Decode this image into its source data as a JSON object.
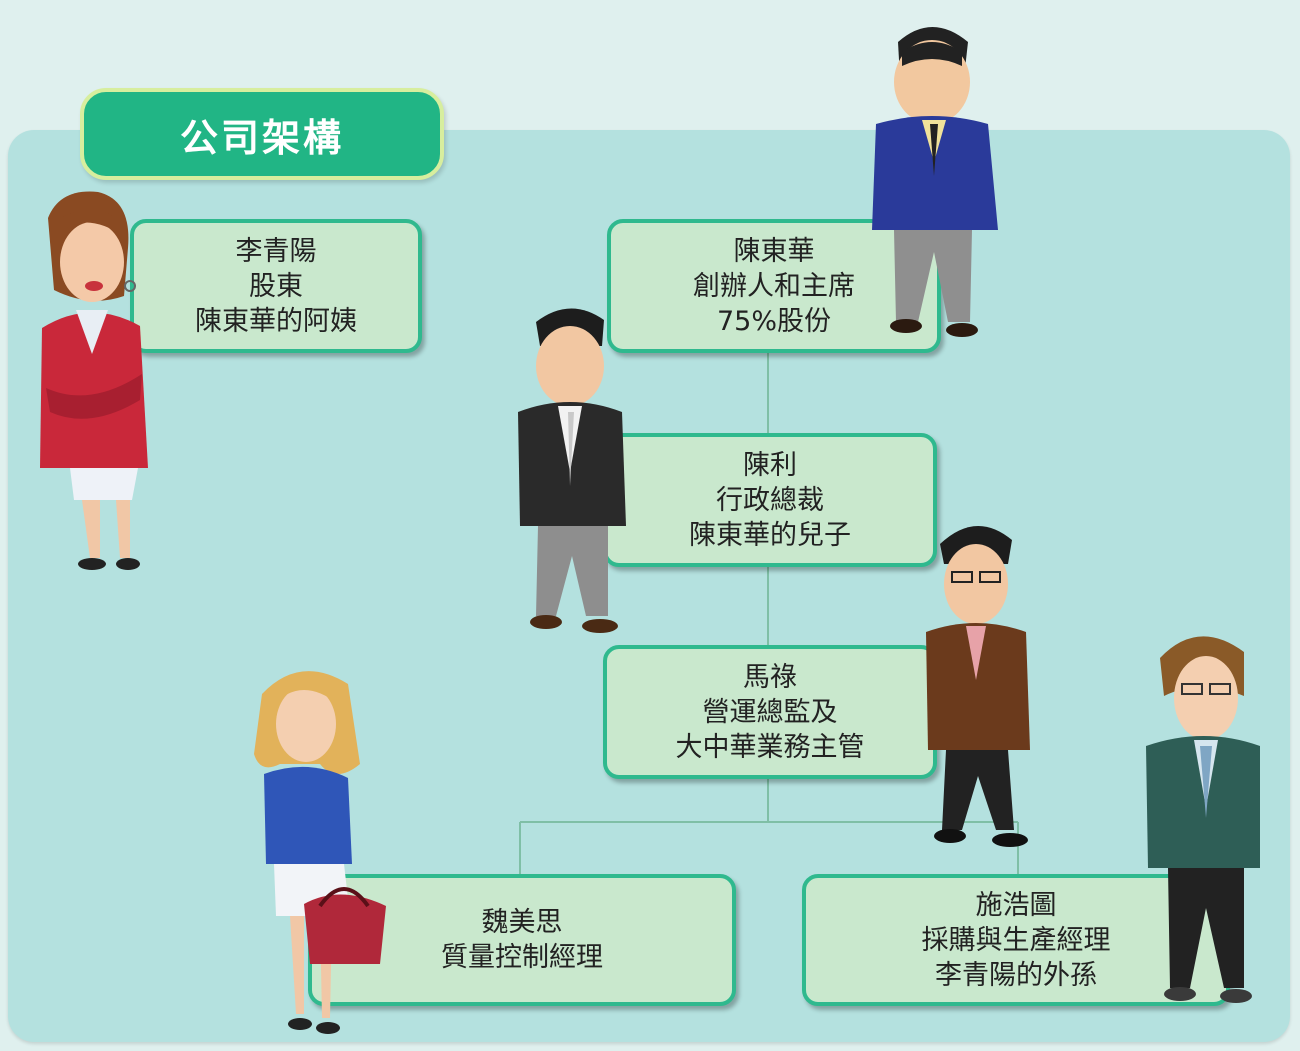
{
  "title": "公司架構",
  "colors": {
    "background": "#dff0ee",
    "panel": "#b4e1df",
    "title_fill": "#21b585",
    "title_border": "#d7ee9e",
    "box_fill": "#c9e8cd",
    "box_border": "#2fb98e",
    "connector": "#7fbfa6"
  },
  "people": [
    {
      "id": "li-qingyang",
      "lines": [
        "李青陽",
        "股東",
        "陳東華的阿姨"
      ]
    },
    {
      "id": "chen-donghua",
      "lines": [
        "陳東華",
        "創辦人和主席",
        "75%股份"
      ]
    },
    {
      "id": "chen-li",
      "lines": [
        "陳利",
        "行政總裁",
        "陳東華的兒子"
      ]
    },
    {
      "id": "ma-lu",
      "lines": [
        "馬祿",
        "營運總監及",
        "大中華業務主管"
      ]
    },
    {
      "id": "wei-meisi",
      "lines": [
        "魏美思",
        "質量控制經理"
      ]
    },
    {
      "id": "shi-haotu",
      "lines": [
        "施浩圖",
        "採購與生產經理",
        "李青陽的外孫"
      ]
    }
  ]
}
